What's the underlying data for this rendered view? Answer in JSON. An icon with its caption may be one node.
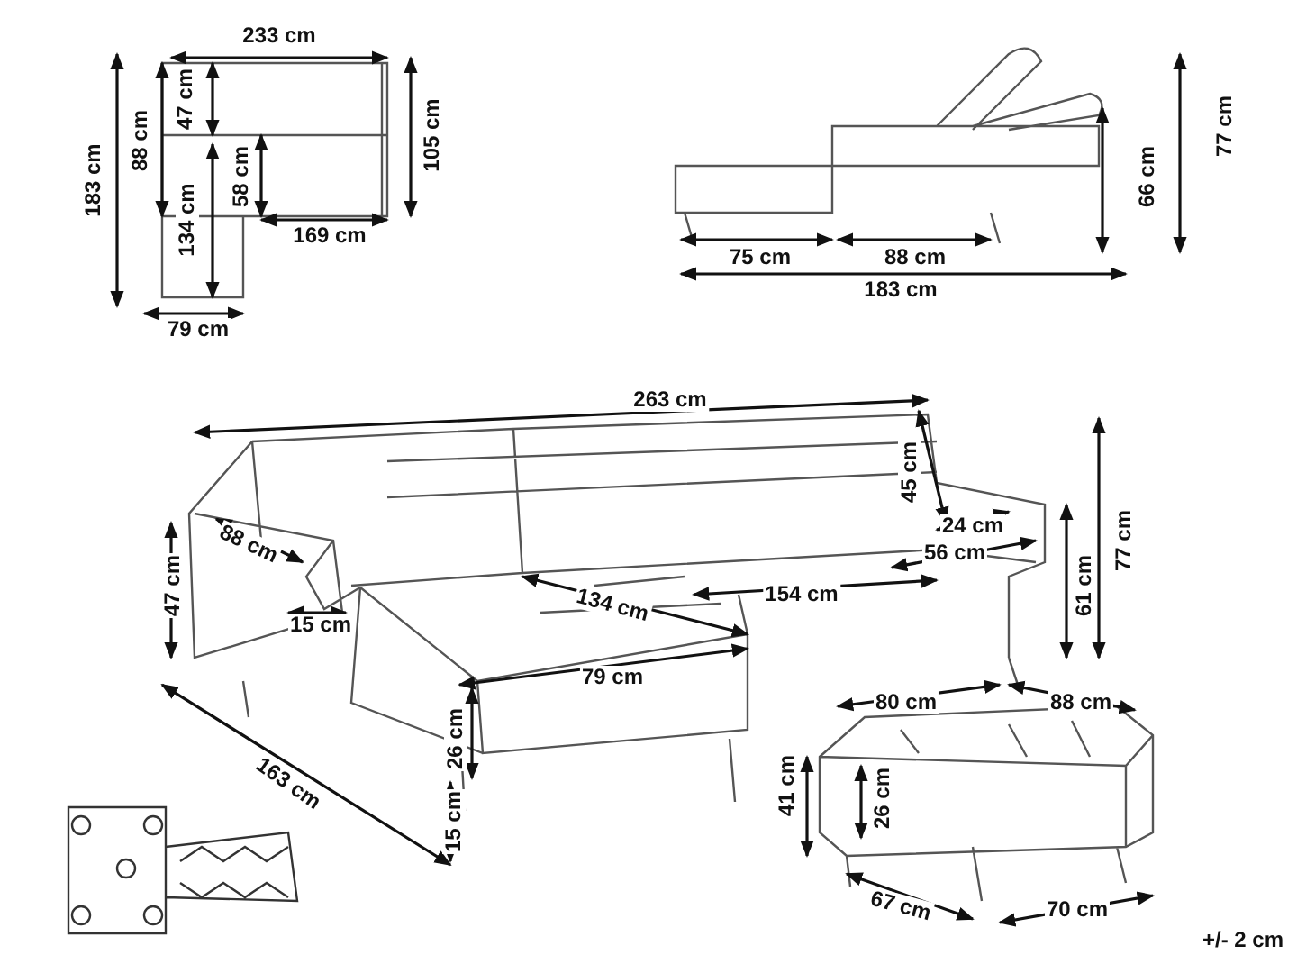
{
  "diagram": {
    "labels": [
      "233 cm",
      "183 cm",
      "88 cm",
      "47 cm",
      "105 cm",
      "58 cm",
      "134 cm",
      "169 cm",
      "79 cm",
      "77 cm",
      "66 cm",
      "75 cm",
      "88 cm",
      "183 cm",
      "263 cm",
      "45 cm",
      "77 cm",
      "24 cm",
      "88 cm",
      "56 cm",
      "61 cm",
      "47 cm",
      "134 cm",
      "154 cm",
      "15 cm",
      "79 cm",
      "163 cm",
      "80 cm",
      "88 cm",
      "26 cm",
      "41 cm",
      "26 cm",
      "15 cm",
      "67 cm",
      "70 cm",
      "+/- 2 cm"
    ]
  }
}
